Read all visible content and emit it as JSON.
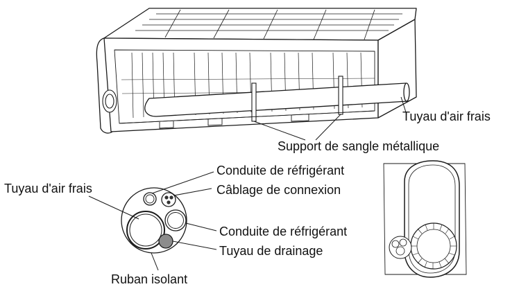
{
  "labels": {
    "fresh_air_pipe_unit": "Tuyau d'air frais",
    "metal_strap_support": "Support de sangle métallique",
    "fresh_air_pipe_bundle": "Tuyau d'air frais",
    "refrigerant_pipe_top": "Conduite de réfrigérant",
    "connection_wiring": "Câblage de connexion",
    "refrigerant_pipe_bottom": "Conduite de réfrigérant",
    "drain_pipe": "Tuyau de drainage",
    "insulating_tape": "Ruban isolant"
  },
  "colors": {
    "line": "#1a1a1a",
    "drain_fill": "#8c8c8c",
    "wire_fill": "#333333"
  }
}
